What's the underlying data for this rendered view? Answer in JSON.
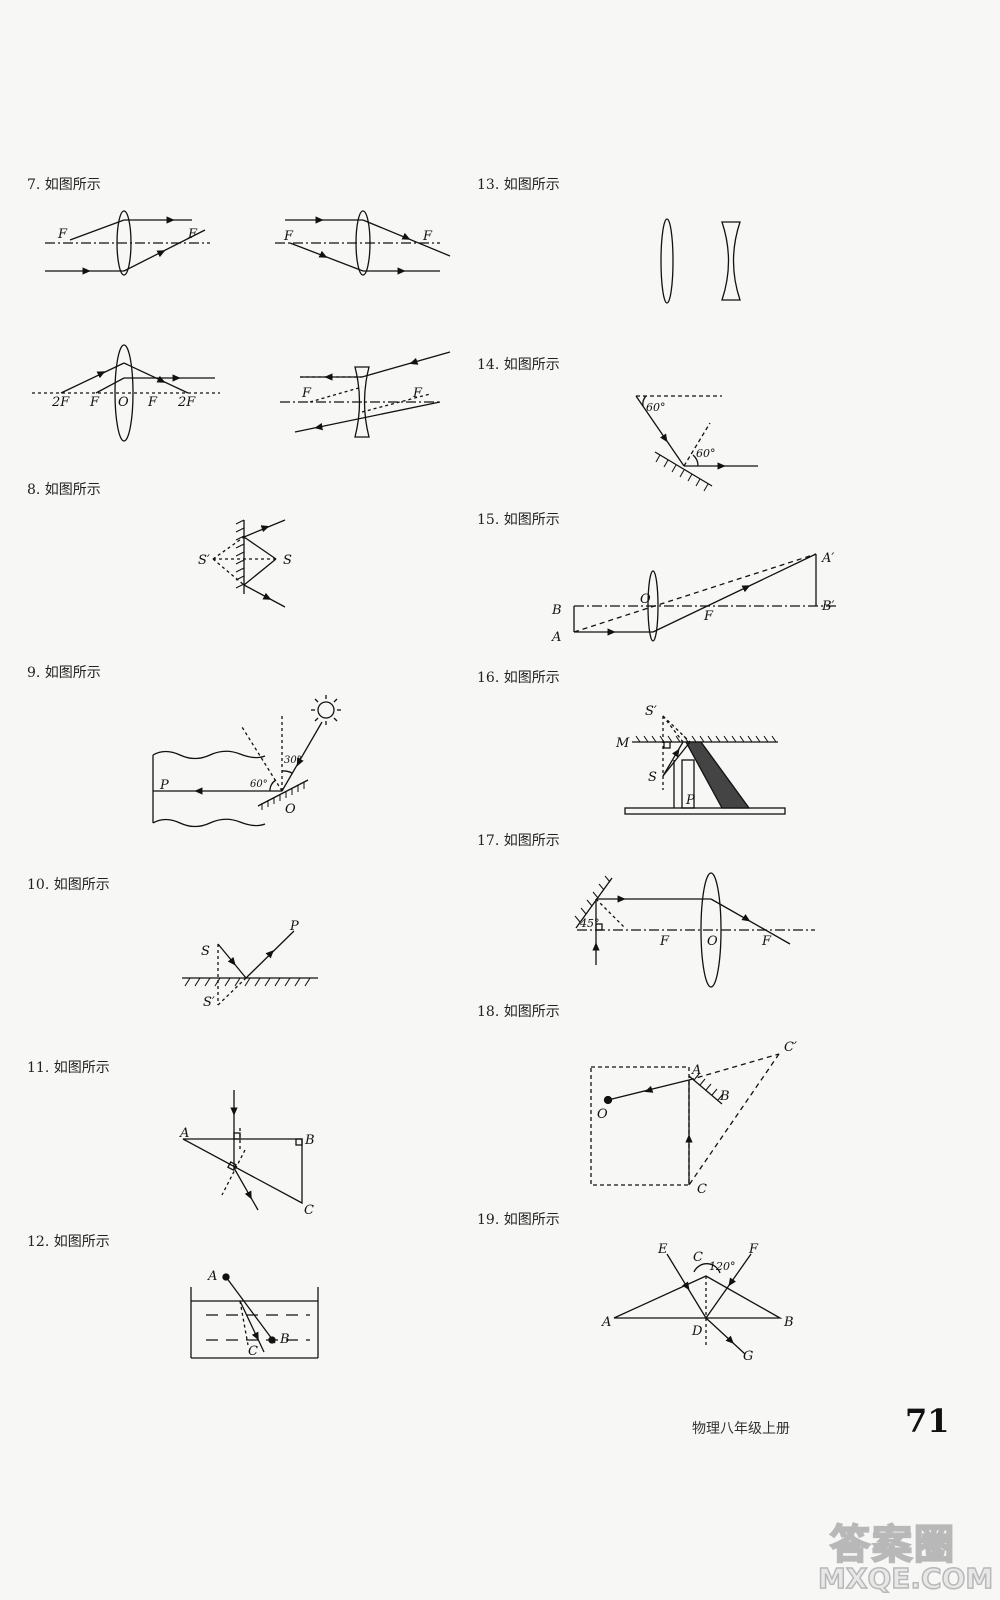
{
  "problems": {
    "p7": "7. 如图所示",
    "p8": "8. 如图所示",
    "p9": "9. 如图所示",
    "p10": "10. 如图所示",
    "p11": "11. 如图所示",
    "p12": "12. 如图所示",
    "p13": "13. 如图所示",
    "p14": "14. 如图所示",
    "p15": "15. 如图所示",
    "p16": "16. 如图所示",
    "p17": "17. 如图所示",
    "p18": "18. 如图所示",
    "p19": "19. 如图所示"
  },
  "labels": {
    "F": "F",
    "twoF": "2F",
    "O": "O",
    "S": "S",
    "S_prime": "S′",
    "P": "P",
    "A": "A",
    "B": "B",
    "C": "C",
    "D": "D",
    "E": "E",
    "G": "G",
    "M": "M",
    "A_prime": "A′",
    "B_prime": "B′",
    "C_prime": "C′",
    "deg30": "30°",
    "deg45": "45°",
    "deg60": "60°",
    "deg120": "120°"
  },
  "footer": {
    "book": "物理八年级上册",
    "page_number": "71"
  },
  "watermark": {
    "line1": "答案圈",
    "line2": "MXQE.COM"
  }
}
